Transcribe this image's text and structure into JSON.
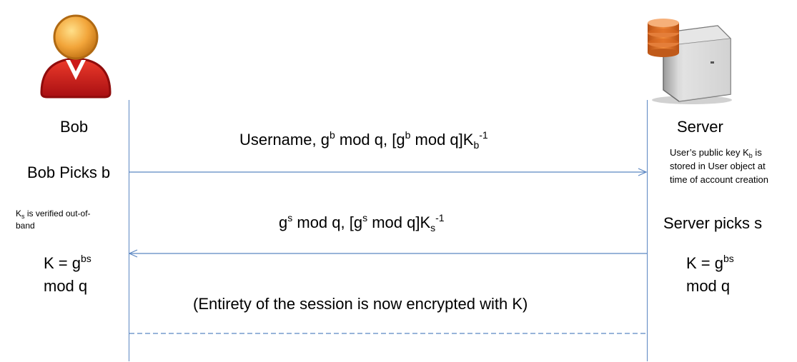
{
  "bob": {
    "name": "Bob",
    "picks": "Bob Picks b",
    "note_lines": [
      "K",
      "s",
      " is verified out-of-",
      "band"
    ],
    "key": {
      "line1_base": "K = g",
      "line1_sup": "bs",
      "line2": "mod q"
    }
  },
  "server": {
    "name": "Server",
    "note_parts": [
      "User’s public key K",
      "b",
      " is stored in User object at time of account creation"
    ],
    "picks": "Server picks s",
    "key": {
      "line1_base": "K = g",
      "line1_sup": "bs",
      "line2": "mod q"
    }
  },
  "messages": {
    "m1": [
      "Username, g",
      "b",
      " mod q, [g",
      "b",
      " mod q]K",
      "b",
      "-1"
    ],
    "m2": [
      "g",
      "s",
      " mod q, [g",
      "s",
      " mod q]K",
      "s",
      "-1"
    ],
    "m3": "(Entirety of the session is now encrypted with K)"
  },
  "icons": {
    "bob": "user-icon",
    "server": "server-database-icon"
  },
  "colors": {
    "line": "#5b86c2",
    "user_head": "#f2a53a",
    "user_body": "#cc1a1a",
    "db": "#e8762a"
  }
}
